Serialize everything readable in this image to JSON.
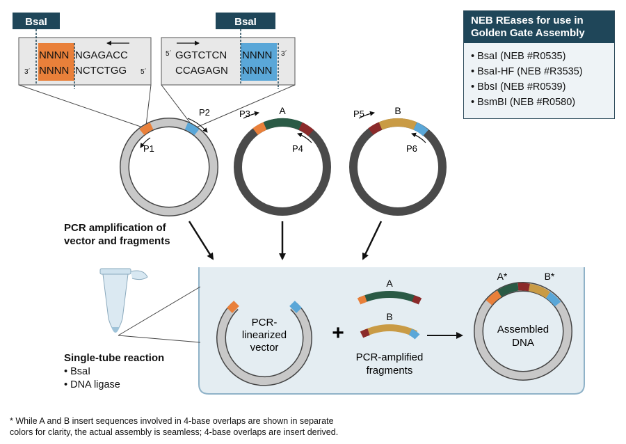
{
  "enzyme_label_left": "BsaI",
  "enzyme_label_right": "BsaI",
  "seq_left": {
    "top_overlap": "NNNN",
    "top_rest": "NGAGACC",
    "bottom_prime": "3´",
    "bottom_overlap": "NNNN",
    "bottom_rest": "NCTCTGG",
    "bottom_end": "5´"
  },
  "seq_right": {
    "top_prime": "5´",
    "top_rest": "GGTCTCN",
    "top_overlap": "NNNN",
    "top_end": "3´",
    "bottom_rest": "CCAGAGN",
    "bottom_overlap": "NNNN"
  },
  "primers": {
    "p1": "P1",
    "p2": "P2",
    "p3": "P3",
    "p4": "P4",
    "p5": "P5",
    "p6": "P6"
  },
  "fragment_a": "A",
  "fragment_b": "B",
  "neb_box": {
    "title_line1": "NEB REases for use in",
    "title_line2": "Golden Gate Assembly",
    "items": [
      "BsaI (NEB #R0535)",
      "BsaI-HF (NEB #R3535)",
      "BbsI (NEB #R0539)",
      "BsmBI (NEB #R0580)"
    ]
  },
  "pcr_label": {
    "line1": "PCR amplification of",
    "line2": "vector and fragments"
  },
  "reaction": {
    "title": "Single-tube reaction",
    "items": [
      "BsaI",
      "DNA ligase"
    ]
  },
  "linearized": {
    "line1": "PCR-",
    "line2": "linearized",
    "line3": "vector"
  },
  "plus": "+",
  "amplified": {
    "line1": "PCR-amplified",
    "line2": "fragments"
  },
  "assembled": {
    "line1": "Assembled",
    "line2": "DNA",
    "a_star": "A*",
    "b_star": "B*"
  },
  "footnote": {
    "line1": "* While A and B insert sequences involved in 4-base overlaps are shown in separate",
    "line2": "colors for clarity, the actual assembly is seamless; 4-base overlaps are insert derived."
  },
  "colors": {
    "orange": "#e9803a",
    "blue": "#5aa7d8",
    "green": "#2a5a45",
    "darkred": "#8b2a2a",
    "gold": "#c99b45",
    "vector_gray": "#c8c8c8",
    "dark_plasmid": "#4a4a4a",
    "navy": "#1f4659",
    "tube_panel": "#e4edf2"
  }
}
